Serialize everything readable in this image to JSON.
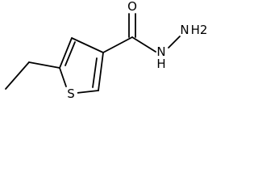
{
  "molecule": {
    "atoms": {
      "sulfur": "S",
      "oxygen": "O",
      "amide_nitrogen": "N",
      "amide_nitrogen_h": "H",
      "terminal_nitrogen": "N",
      "terminal_nitrogen_h2": "H2"
    }
  }
}
